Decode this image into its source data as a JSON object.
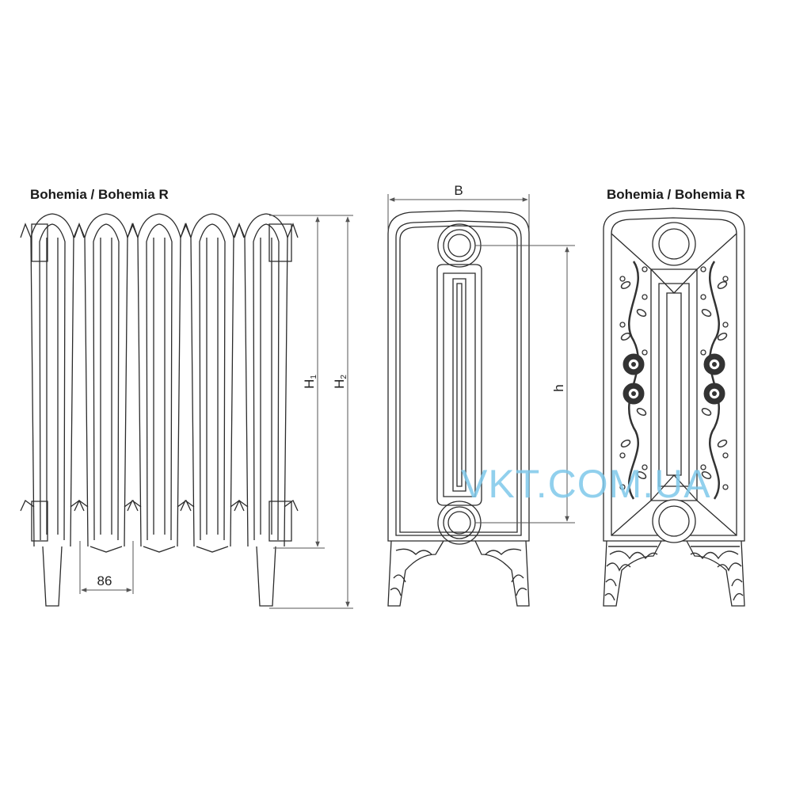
{
  "titles": {
    "left": "Bohemia / Bohemia R",
    "right": "Bohemia / Bohemia R"
  },
  "dimensions": {
    "section_width": "86",
    "h1_main": "H",
    "h1_sub": "1",
    "h2_main": "H",
    "h2_sub": "2",
    "depth": "B",
    "axis_distance": "h"
  },
  "watermark": "VKT.COM.UA",
  "colors": {
    "line": "#2b2b2b",
    "dimension_line": "#555555",
    "watermark": "#7ec8ea",
    "ornament": "#333333"
  }
}
